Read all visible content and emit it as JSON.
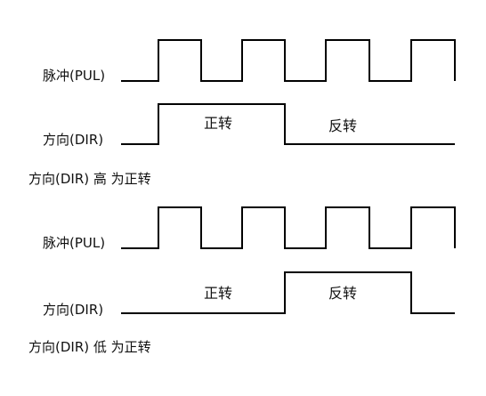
{
  "diagram": {
    "top": {
      "pulse_label": "脉冲(PUL)",
      "dir_label": "方向(DIR)",
      "forward_text": "正转",
      "reverse_text": "反转",
      "caption": "方向(DIR) 高 为正转",
      "dir_level_first": "high"
    },
    "bottom": {
      "pulse_label": "脉冲(PUL)",
      "dir_label": "方向(DIR)",
      "forward_text": "正转",
      "reverse_text": "反转",
      "caption": "方向(DIR) 低 为正转",
      "dir_level_first": "low"
    },
    "pulse_count": 4
  }
}
